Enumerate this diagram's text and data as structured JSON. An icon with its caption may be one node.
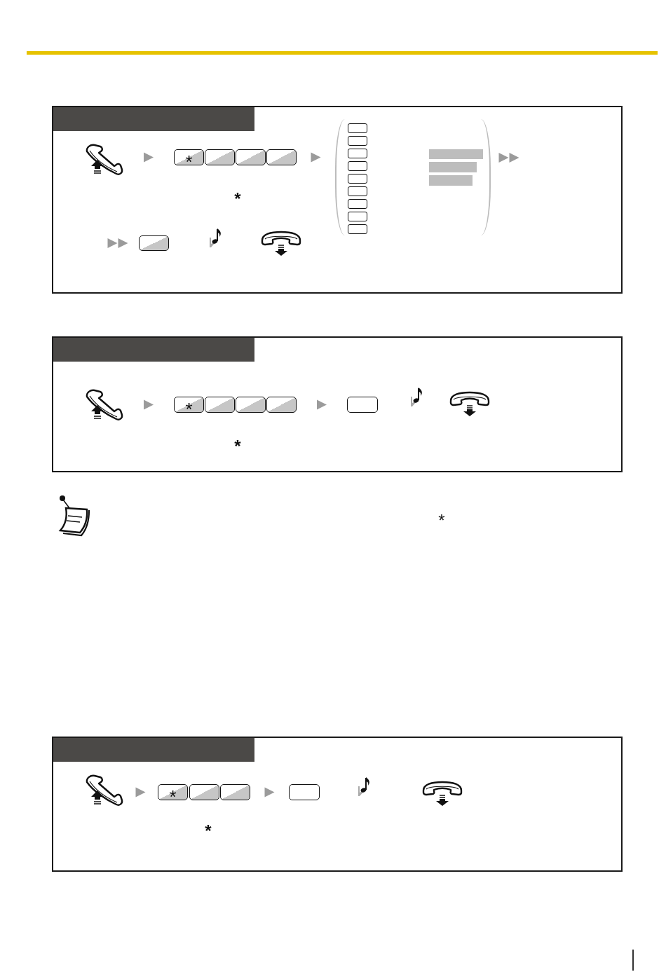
{
  "diagram": {
    "nodes": [
      {
        "text": [],
        "shape": "box"
      },
      {
        "text": [],
        "shape": "picture",
        "in": 0
      },
      {
        "text": [
          "*"
        ],
        "in": 0
      },
      {
        "text": [],
        "shape": "box",
        "in": 0
      },
      {
        "text": [],
        "shape": "box",
        "in": 0
      },
      {
        "text": [],
        "shape": "box",
        "in": 0
      },
      {
        "text": [],
        "shape": "bracket",
        "in": 0
      },
      {
        "text": [],
        "shape": "box",
        "in": 6
      },
      {
        "text": [],
        "shape": "box",
        "in": 6
      },
      {
        "text": [],
        "shape": "box",
        "in": 6
      },
      {
        "text": [],
        "shape": "box",
        "in": 6
      },
      {
        "text": [],
        "shape": "box",
        "in": 6
      },
      {
        "text": [],
        "shape": "box",
        "in": 6
      },
      {
        "text": [],
        "shape": "box",
        "in": 6
      },
      {
        "text": [],
        "shape": "box",
        "in": 6
      },
      {
        "text": [],
        "shape": "box",
        "in": 6
      },
      {
        "text": [],
        "shape": "bar",
        "in": 6
      },
      {
        "text": [],
        "shape": "bar",
        "in": 6
      },
      {
        "text": [],
        "shape": "bar",
        "in": 6
      },
      {
        "text": [],
        "shape": "box",
        "in": 0
      },
      {
        "text": [],
        "shape": "picture",
        "in": 0
      },
      {
        "text": [],
        "shape": "picture",
        "in": 0
      },
      {
        "text": [],
        "shape": "box"
      },
      {
        "text": [],
        "shape": "picture",
        "in": 22
      },
      {
        "text": [
          "*"
        ],
        "in": 22
      },
      {
        "text": [],
        "shape": "box",
        "in": 22
      },
      {
        "text": [],
        "shape": "box",
        "in": 22
      },
      {
        "text": [],
        "shape": "box",
        "in": 22
      },
      {
        "text": [],
        "shape": "box",
        "in": 22
      },
      {
        "text": [],
        "shape": "picture",
        "in": 22
      },
      {
        "text": [],
        "shape": "picture",
        "in": 22
      },
      {
        "text": [],
        "shape": "box"
      },
      {
        "text": [],
        "shape": "picture",
        "in": 31
      },
      {
        "text": [
          "*"
        ],
        "in": 31
      },
      {
        "text": [],
        "shape": "box",
        "in": 31
      },
      {
        "text": [],
        "shape": "box",
        "in": 31
      },
      {
        "text": [],
        "shape": "box",
        "in": 31
      },
      {
        "text": [],
        "shape": "picture",
        "in": 31
      },
      {
        "text": [],
        "shape": "picture",
        "in": 31
      }
    ],
    "edges": [
      {
        "from": 1,
        "to": 2,
        "arrow": "to"
      },
      {
        "from": 5,
        "to": 6,
        "arrow": "to"
      },
      {
        "from": 6,
        "to": null,
        "arrow": "to"
      },
      {
        "from": null,
        "to": 19,
        "arrow": "to"
      },
      {
        "from": 23,
        "to": 24,
        "arrow": "to"
      },
      {
        "from": 27,
        "to": 28,
        "arrow": "to"
      },
      {
        "from": 32,
        "to": 33,
        "arrow": "to"
      },
      {
        "from": 35,
        "to": 36,
        "arrow": "to"
      }
    ],
    "labels": [
      "*",
      "*",
      "*",
      "*"
    ]
  }
}
